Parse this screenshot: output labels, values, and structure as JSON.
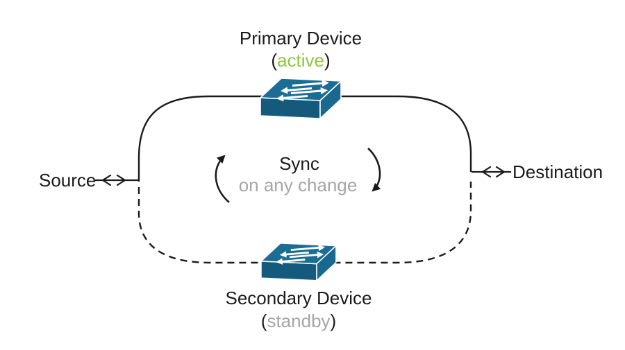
{
  "diagram": {
    "primary": {
      "label": "Primary Device",
      "state_open": "(",
      "state": "active",
      "state_close": ")"
    },
    "secondary": {
      "label": "Secondary Device",
      "state_open": "(",
      "state": "standby",
      "state_close": ")"
    },
    "source": {
      "label": "Source"
    },
    "destination": {
      "label": "Destination"
    },
    "sync": {
      "label": "Sync",
      "sublabel": "on any change"
    }
  },
  "colors": {
    "text": "#1a1a1a",
    "active_green": "#8dc63f",
    "muted_gray": "#a6a6a6",
    "line": "#1a1a1a",
    "switch_top": "#1c6d93",
    "switch_front": "#155a7d",
    "switch_side": "#186890",
    "switch_arrow_white": "#ffffff"
  }
}
